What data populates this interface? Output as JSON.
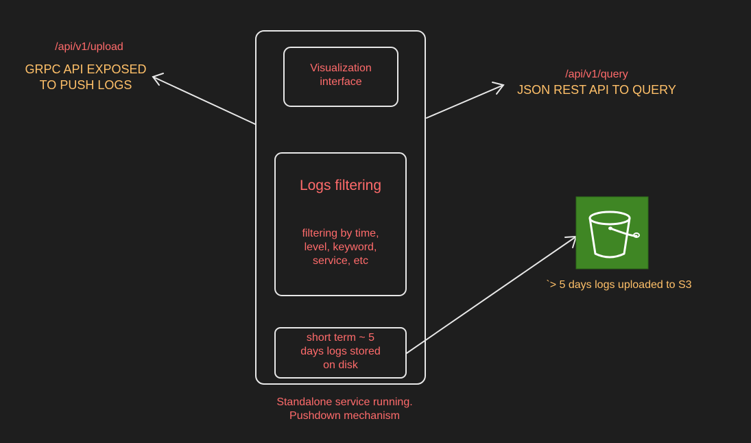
{
  "colors": {
    "background": "#1e1e1e",
    "stroke": "#e8e8e8",
    "red_text": "#ff6b6b",
    "orange_text": "#ffc069",
    "s3_green": "#3f8624"
  },
  "upload_api": {
    "path": "/api/v1/upload",
    "description": "GRPC API EXPOSED\nTO PUSH LOGS"
  },
  "query_api": {
    "path": "/api/v1/query",
    "description": "JSON REST API TO QUERY"
  },
  "service": {
    "visualization": "Visualization\ninterface",
    "filtering_title": "Logs filtering",
    "filtering_desc": "filtering by time,\nlevel, keyword,\nservice, etc",
    "short_term": "short term ~ 5\ndays logs stored\non disk",
    "caption": "Standalone service running.\nPushdown mechanism"
  },
  "s3": {
    "icon": "s3-bucket-icon",
    "label": "`> 5 days logs uploaded to S3"
  }
}
